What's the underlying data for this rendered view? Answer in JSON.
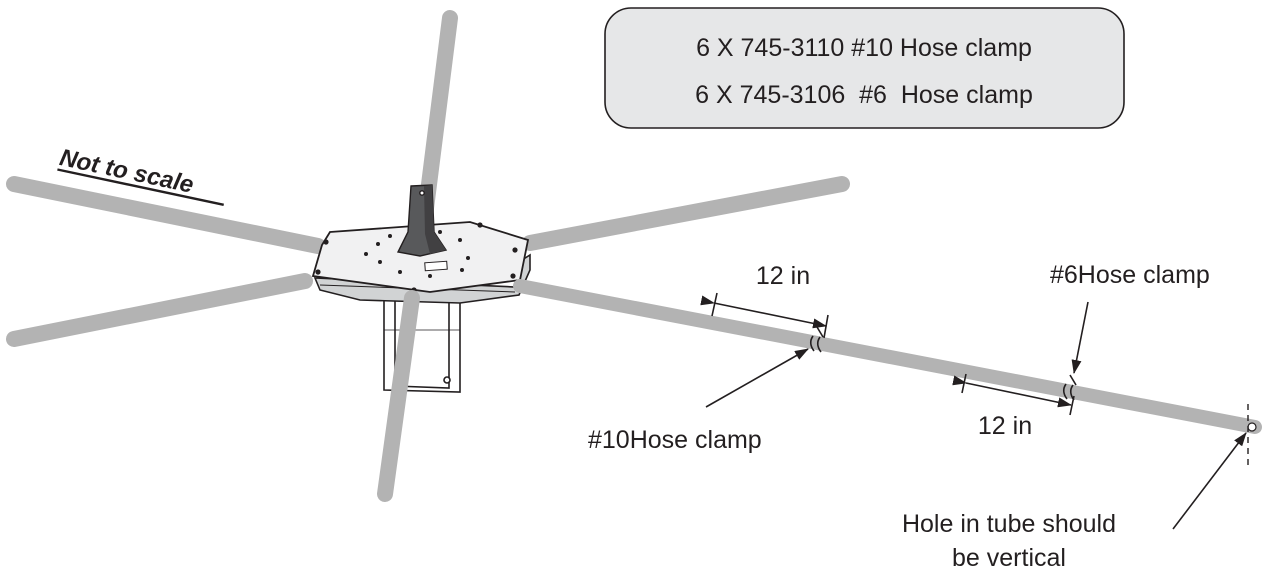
{
  "parts_box": {
    "line1": "6 X 745-3110 #10 Hose clamp",
    "line2": "6 X 745-3106  #6  Hose clamp"
  },
  "scale_note": "Not to scale",
  "dim_inner": "12 in",
  "dim_outer": "12 in",
  "label_clamp_10": "#10Hose clamp",
  "label_clamp_6": "#6Hose clamp",
  "hole_note": {
    "line1": "Hole in tube should",
    "line2": "be vertical"
  },
  "colors": {
    "tube": "#b3b3b3",
    "ink": "#231f20",
    "box_fill": "#e6e7e8",
    "mast": "#58595b",
    "plate": "#f1f1f2"
  }
}
